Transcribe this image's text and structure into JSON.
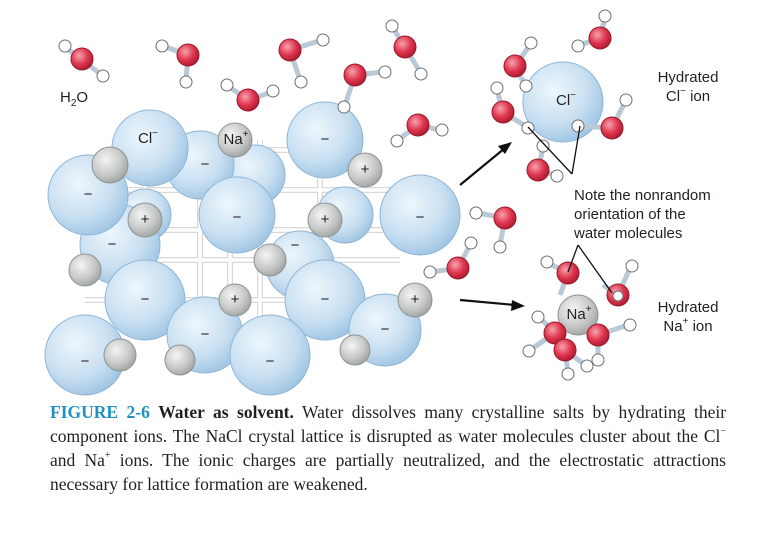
{
  "labels": {
    "water": {
      "main": "H",
      "sub": "2",
      "tail": "O"
    },
    "chloride_lattice": {
      "main": "Cl",
      "sup": "−"
    },
    "sodium_lattice": {
      "main": "Na",
      "sup": "+"
    },
    "minus_sign": "−",
    "plus_sign": "+",
    "chloride_hydrated": {
      "main": "Cl",
      "sup": "−"
    },
    "sodium_hydrated": {
      "main": "Na",
      "sup": "+"
    },
    "hydrated_cl": {
      "line1": "Hydrated",
      "line2_main": "Cl",
      "line2_sup": "−",
      "line2_tail": " ion"
    },
    "hydrated_na": {
      "line1": "Hydrated",
      "line2_main": "Na",
      "line2_sup": "+",
      "line2_tail": " ion"
    },
    "note": [
      "Note the nonrandom",
      "orientation of the",
      "water molecules"
    ]
  },
  "caption": {
    "figure_number": "FIGURE 2-6",
    "title": "Water as solvent.",
    "part1": "Water dissolves many crystalline salts by hydrating their component ions. The NaCl crystal lattice is disrupted as water molecules cluster about the Cl",
    "cl_sup": "−",
    "part2": " and Na",
    "na_sup": "+",
    "part3": " ions. The ionic charges are partially neutralized, and the electrostatic attractions necessary for lattice formation are weakened."
  },
  "colors": {
    "chloride": "#c9e0f2",
    "chloride_edge": "#8fb5d6",
    "sodium": "#c7cac9",
    "oxygen": "#e0364f",
    "hydrogen": "#ffffff",
    "caption_accent": "#1f8fc4"
  }
}
